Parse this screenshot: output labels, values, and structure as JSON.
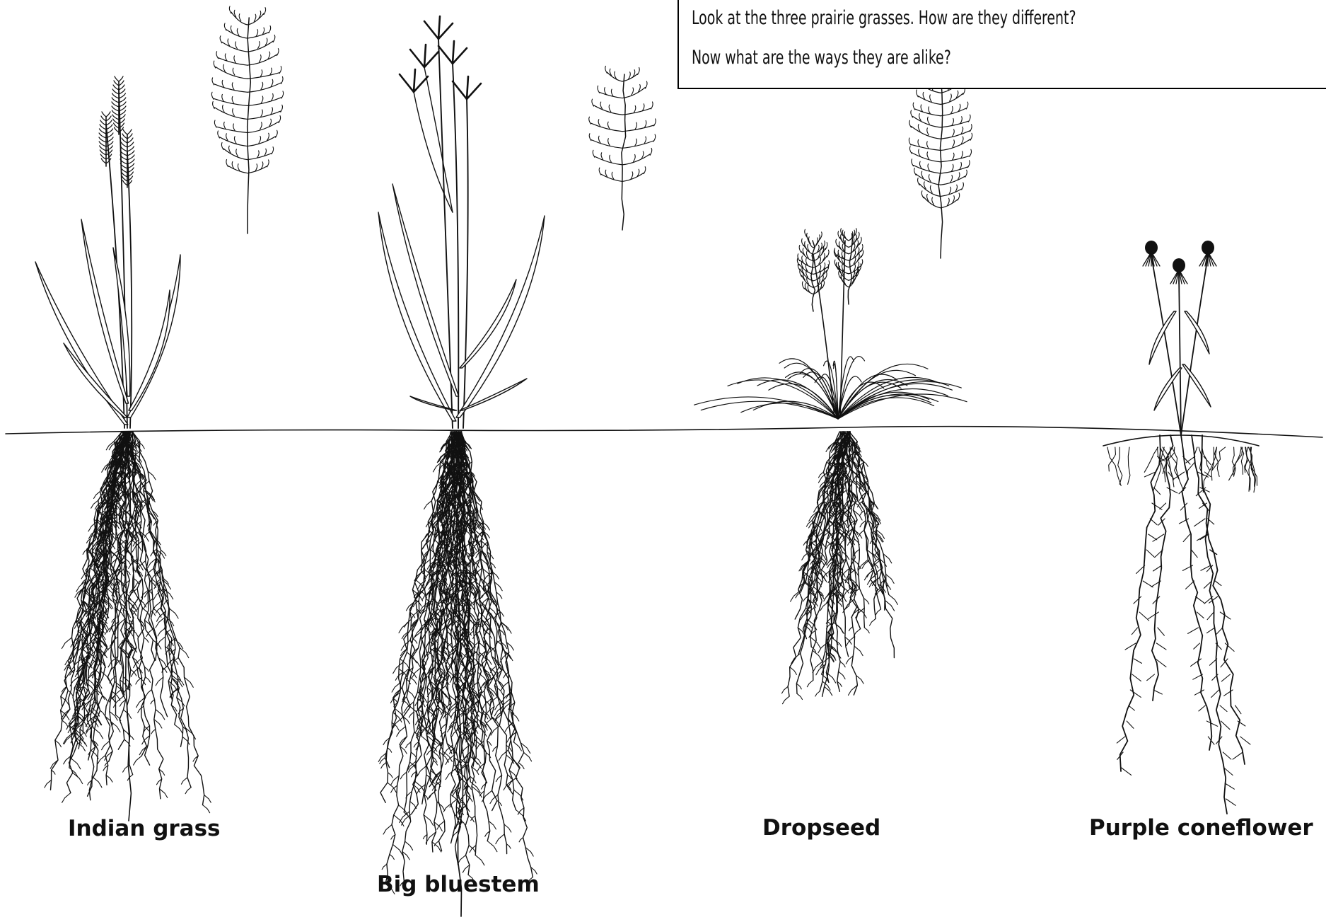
{
  "prompt": {
    "question_1": "Look at the three prairie grasses. How are they different?",
    "question_2": "Now what are the ways they are alike?"
  },
  "plants": [
    {
      "key": "indian_grass",
      "label": "Indian grass"
    },
    {
      "key": "big_bluestem",
      "label": "Big bluestem"
    },
    {
      "key": "dropseed",
      "label": "Dropseed"
    },
    {
      "key": "purple_coneflower",
      "label": "Purple coneflower"
    }
  ],
  "colors": {
    "ink": "#111111",
    "background": "#ffffff"
  }
}
